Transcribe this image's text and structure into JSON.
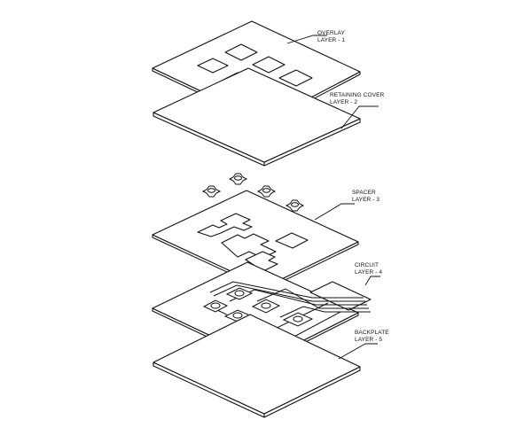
{
  "layers": [
    {
      "id": "overlay",
      "line1": "OVERLAY",
      "line2": "LAYER - 1"
    },
    {
      "id": "retaining",
      "line1": "RETAINING COVER",
      "line2": "LAYER - 2"
    },
    {
      "id": "spacer",
      "line1": "SPACER",
      "line2": "LAYER - 3"
    },
    {
      "id": "circuit",
      "line1": "CIRCUIT",
      "line2": "LAYER - 4"
    },
    {
      "id": "backplate",
      "line1": "BACKPLATE",
      "line2": "LAYER - 5"
    }
  ]
}
